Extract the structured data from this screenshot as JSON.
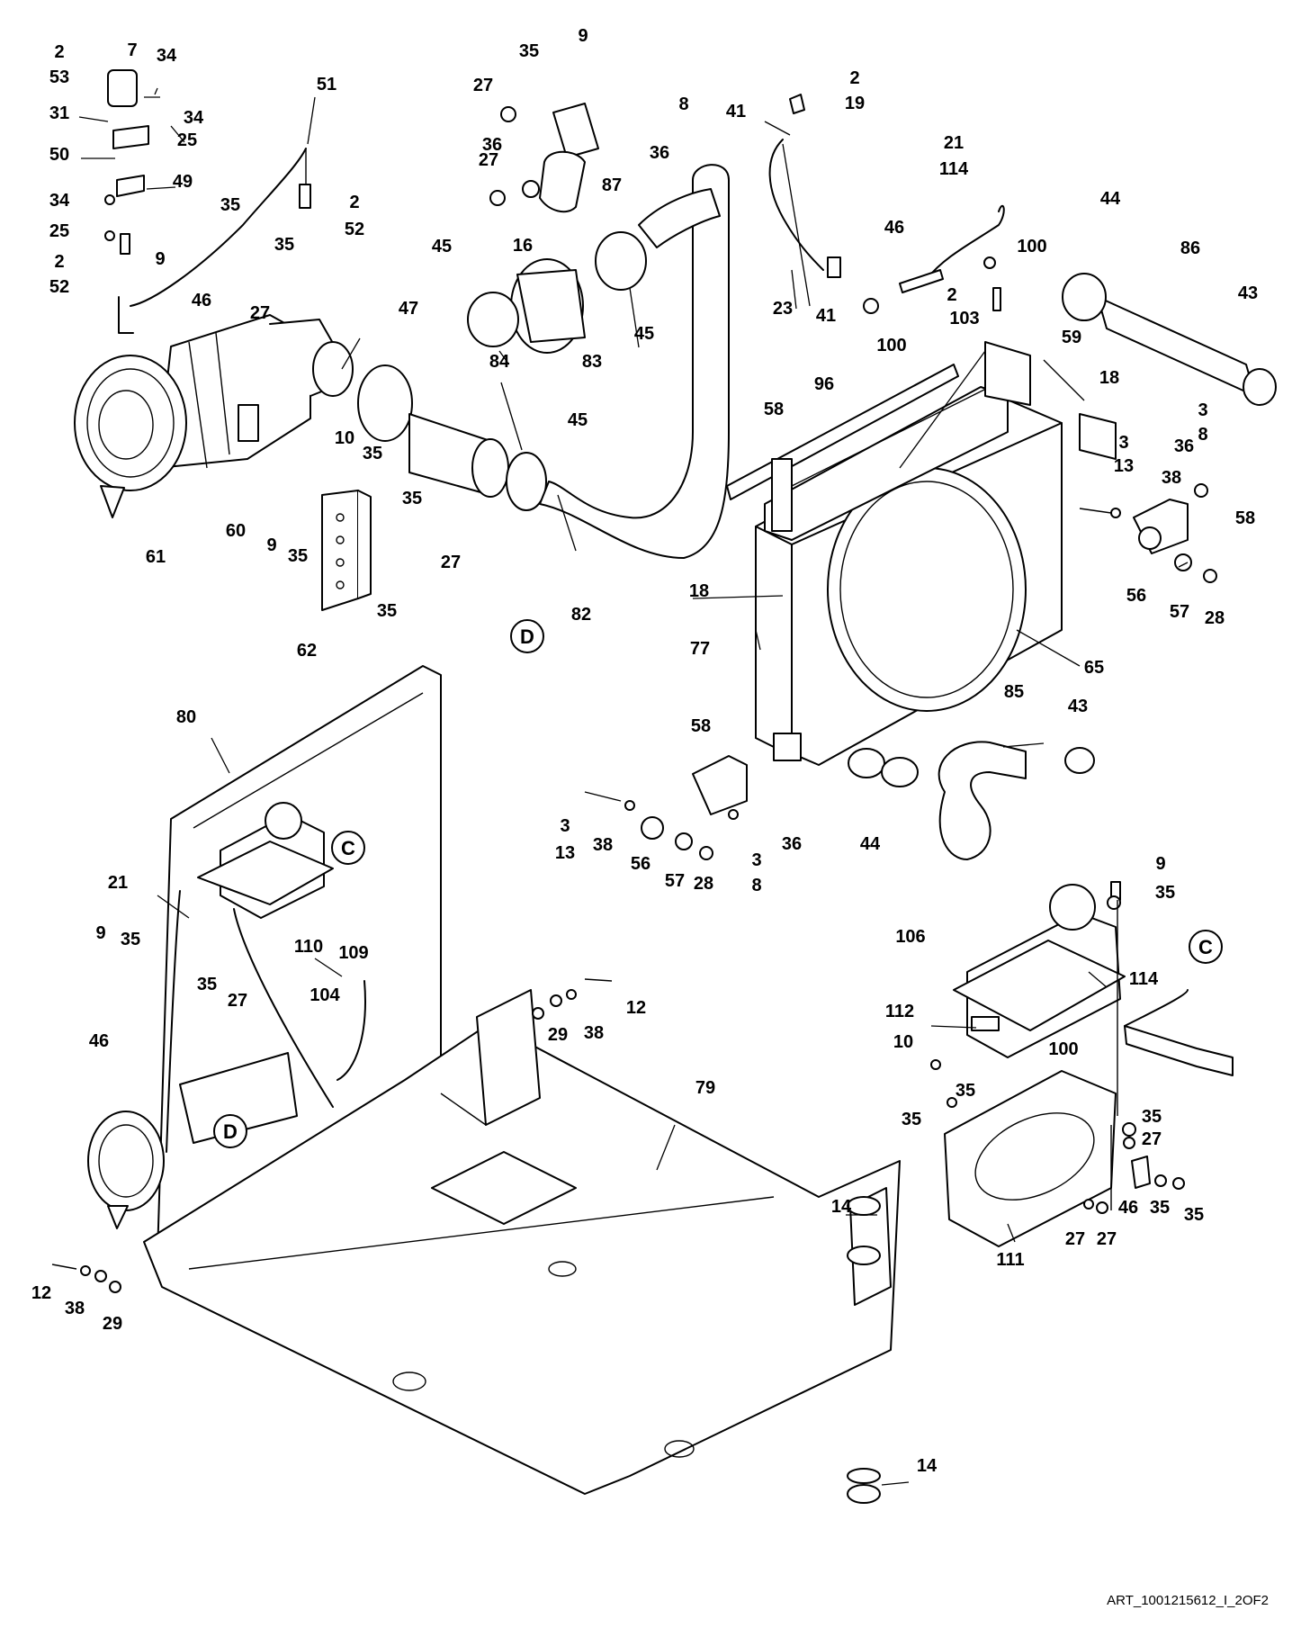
{
  "figure": {
    "reference_id": "ART_1001215612_I_2OF2",
    "view_markers": [
      "D",
      "C",
      "C",
      "D"
    ],
    "callouts": [
      "2",
      "53",
      "7",
      "34",
      "31",
      "34",
      "25",
      "50",
      "49",
      "34",
      "25",
      "2",
      "52",
      "51",
      "35",
      "9",
      "35",
      "46",
      "27",
      "2",
      "52",
      "47",
      "61",
      "60",
      "10",
      "35",
      "35",
      "9",
      "35",
      "27",
      "35",
      "62",
      "35",
      "9",
      "27",
      "8",
      "36",
      "36",
      "27",
      "87",
      "16",
      "45",
      "45",
      "83",
      "84",
      "45",
      "82",
      "41",
      "2",
      "19",
      "23",
      "41",
      "21",
      "114",
      "46",
      "100",
      "2",
      "103",
      "100",
      "44",
      "86",
      "43",
      "59",
      "96",
      "58",
      "18",
      "3",
      "13",
      "38",
      "3",
      "8",
      "36",
      "58",
      "56",
      "57",
      "28",
      "18",
      "77",
      "65",
      "85",
      "43",
      "58",
      "3",
      "13",
      "38",
      "56",
      "57",
      "28",
      "3",
      "8",
      "36",
      "44",
      "80",
      "21",
      "9",
      "35",
      "35",
      "27",
      "46",
      "110",
      "109",
      "104",
      "12",
      "29",
      "38",
      "79",
      "14",
      "14",
      "12",
      "38",
      "29",
      "9",
      "35",
      "106",
      "114",
      "112",
      "100",
      "10",
      "35",
      "35",
      "35",
      "27",
      "46",
      "35",
      "27",
      "35",
      "27",
      "111"
    ]
  }
}
